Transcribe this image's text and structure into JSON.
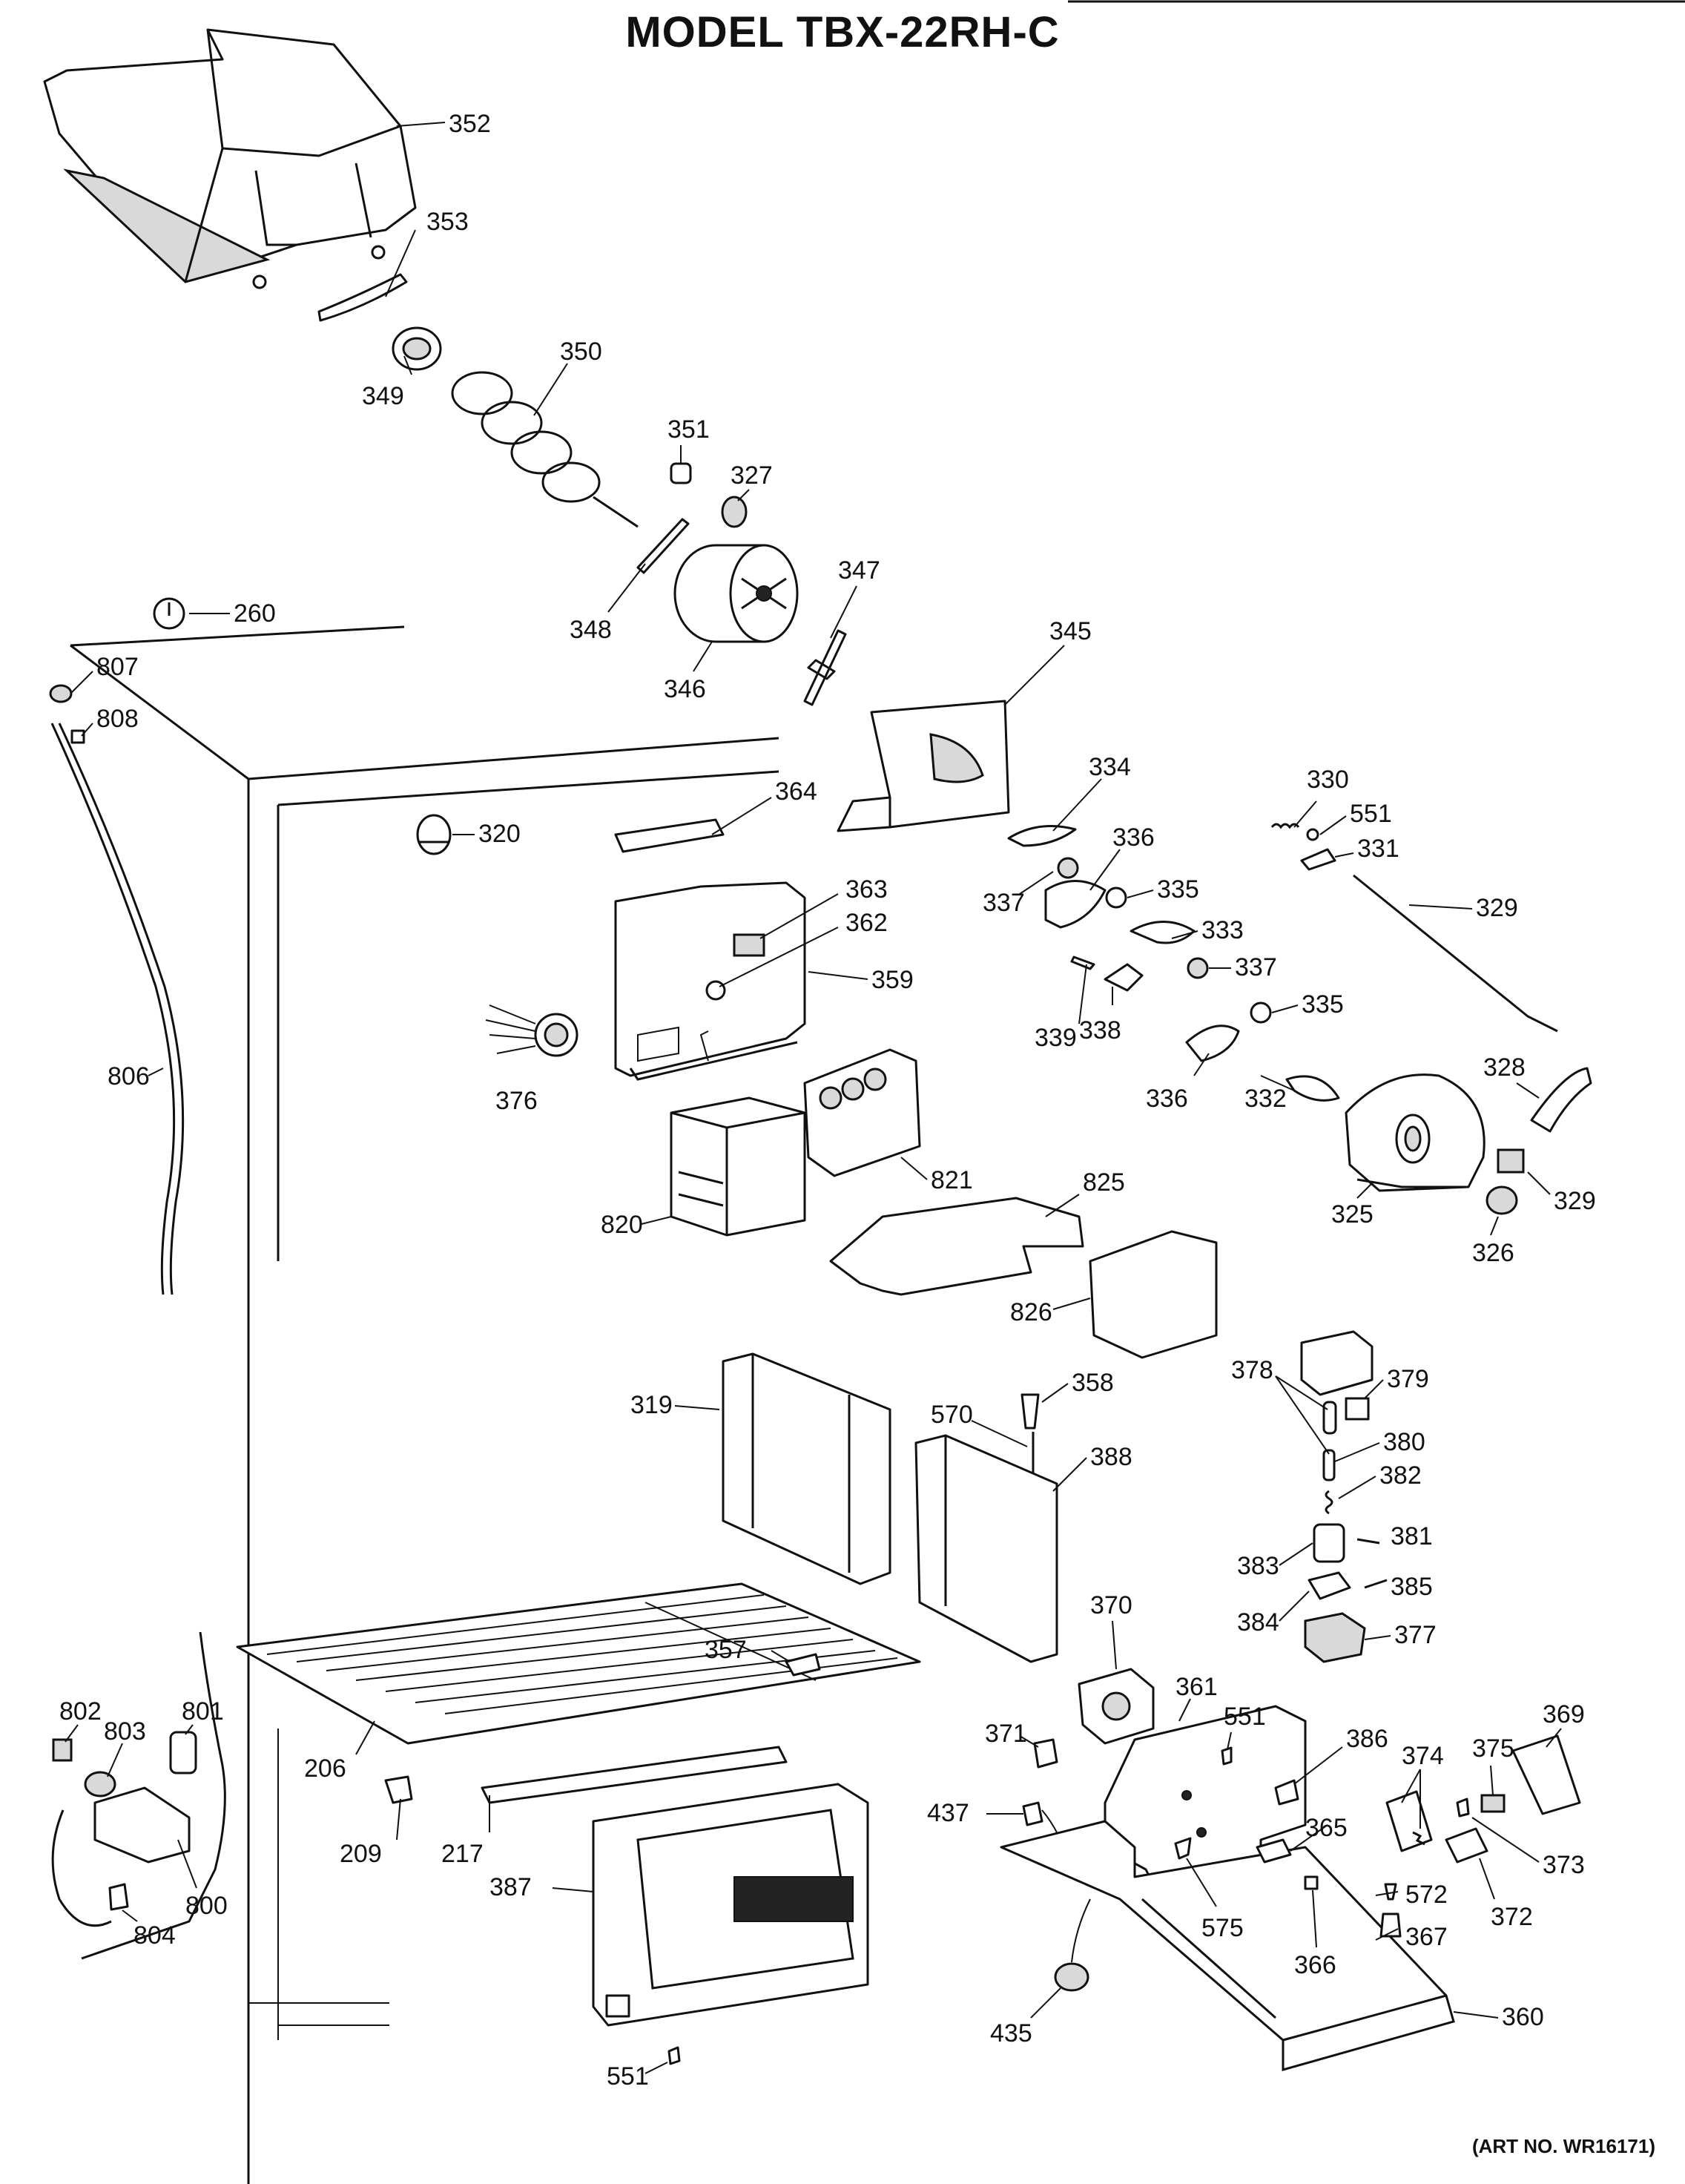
{
  "title": "MODEL TBX-22RH-C",
  "art_number": "(ART NO. WR16171)",
  "callouts": [
    {
      "id": "c352",
      "label": "352"
    },
    {
      "id": "c353",
      "label": "353"
    },
    {
      "id": "c349",
      "label": "349"
    },
    {
      "id": "c350",
      "label": "350"
    },
    {
      "id": "c351",
      "label": "351"
    },
    {
      "id": "c327",
      "label": "327"
    },
    {
      "id": "c347",
      "label": "347"
    },
    {
      "id": "c348",
      "label": "348"
    },
    {
      "id": "c346",
      "label": "346"
    },
    {
      "id": "c260",
      "label": "260"
    },
    {
      "id": "c807",
      "label": "807"
    },
    {
      "id": "c808",
      "label": "808"
    },
    {
      "id": "c345",
      "label": "345"
    },
    {
      "id": "c334",
      "label": "334"
    },
    {
      "id": "c330",
      "label": "330"
    },
    {
      "id": "c551a",
      "label": "551"
    },
    {
      "id": "c331",
      "label": "331"
    },
    {
      "id": "c364",
      "label": "364"
    },
    {
      "id": "c320",
      "label": "320"
    },
    {
      "id": "c336a",
      "label": "336"
    },
    {
      "id": "c335a",
      "label": "335"
    },
    {
      "id": "c337a",
      "label": "337"
    },
    {
      "id": "c363",
      "label": "363"
    },
    {
      "id": "c362",
      "label": "362"
    },
    {
      "id": "c333",
      "label": "333"
    },
    {
      "id": "c329a",
      "label": "329"
    },
    {
      "id": "c359",
      "label": "359"
    },
    {
      "id": "c337b",
      "label": "337"
    },
    {
      "id": "c339",
      "label": "339"
    },
    {
      "id": "c338",
      "label": "338"
    },
    {
      "id": "c335b",
      "label": "335"
    },
    {
      "id": "c376",
      "label": "376"
    },
    {
      "id": "c806",
      "label": "806"
    },
    {
      "id": "c336b",
      "label": "336"
    },
    {
      "id": "c332",
      "label": "332"
    },
    {
      "id": "c328",
      "label": "328"
    },
    {
      "id": "c821",
      "label": "821"
    },
    {
      "id": "c825",
      "label": "825"
    },
    {
      "id": "c325",
      "label": "325"
    },
    {
      "id": "c329b",
      "label": "329"
    },
    {
      "id": "c820",
      "label": "820"
    },
    {
      "id": "c326",
      "label": "326"
    },
    {
      "id": "c826",
      "label": "826"
    },
    {
      "id": "c378",
      "label": "378"
    },
    {
      "id": "c379",
      "label": "379"
    },
    {
      "id": "c319",
      "label": "319"
    },
    {
      "id": "c358",
      "label": "358"
    },
    {
      "id": "c570",
      "label": "570"
    },
    {
      "id": "c380",
      "label": "380"
    },
    {
      "id": "c388",
      "label": "388"
    },
    {
      "id": "c382",
      "label": "382"
    },
    {
      "id": "c381",
      "label": "381"
    },
    {
      "id": "c383",
      "label": "383"
    },
    {
      "id": "c385",
      "label": "385"
    },
    {
      "id": "c370",
      "label": "370"
    },
    {
      "id": "c384",
      "label": "384"
    },
    {
      "id": "c377",
      "label": "377"
    },
    {
      "id": "c357",
      "label": "357"
    },
    {
      "id": "c361",
      "label": "361"
    },
    {
      "id": "c551b",
      "label": "551"
    },
    {
      "id": "c802",
      "label": "802"
    },
    {
      "id": "c801",
      "label": "801"
    },
    {
      "id": "c803",
      "label": "803"
    },
    {
      "id": "c371",
      "label": "371"
    },
    {
      "id": "c386",
      "label": "386"
    },
    {
      "id": "c375",
      "label": "375"
    },
    {
      "id": "c369",
      "label": "369"
    },
    {
      "id": "c206",
      "label": "206"
    },
    {
      "id": "c374",
      "label": "374"
    },
    {
      "id": "c437",
      "label": "437"
    },
    {
      "id": "c209",
      "label": "209"
    },
    {
      "id": "c217",
      "label": "217"
    },
    {
      "id": "c365",
      "label": "365"
    },
    {
      "id": "c373",
      "label": "373"
    },
    {
      "id": "c387",
      "label": "387"
    },
    {
      "id": "c800",
      "label": "800"
    },
    {
      "id": "c572",
      "label": "572"
    },
    {
      "id": "c804",
      "label": "804"
    },
    {
      "id": "c575",
      "label": "575"
    },
    {
      "id": "c372",
      "label": "372"
    },
    {
      "id": "c367",
      "label": "367"
    },
    {
      "id": "c366",
      "label": "366"
    },
    {
      "id": "c360",
      "label": "360"
    },
    {
      "id": "c435",
      "label": "435"
    },
    {
      "id": "c551c",
      "label": "551"
    }
  ]
}
